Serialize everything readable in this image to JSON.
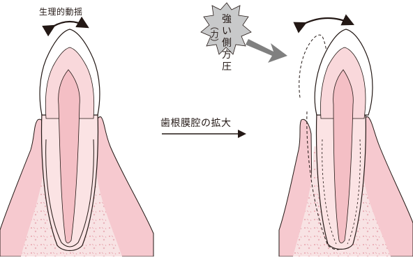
{
  "labels": {
    "physiological_mobility": "生理的動揺",
    "pdl_widening": "歯根膜腔の拡大",
    "force_vertical": "強い側方圧",
    "force_paren": "（力）"
  },
  "colors": {
    "gingiva": "#f6c9cf",
    "gingiva_edge": "#e9a8b1",
    "bone": "#f7dfe0",
    "bone_dots": "#e7a3ad",
    "pulp": "#f4bfc5",
    "enamel": "#ffffff",
    "dentin": "#fbe3e4",
    "outline": "#231815",
    "burst_fill": "#c8c9ca",
    "arrow": "#808080"
  }
}
